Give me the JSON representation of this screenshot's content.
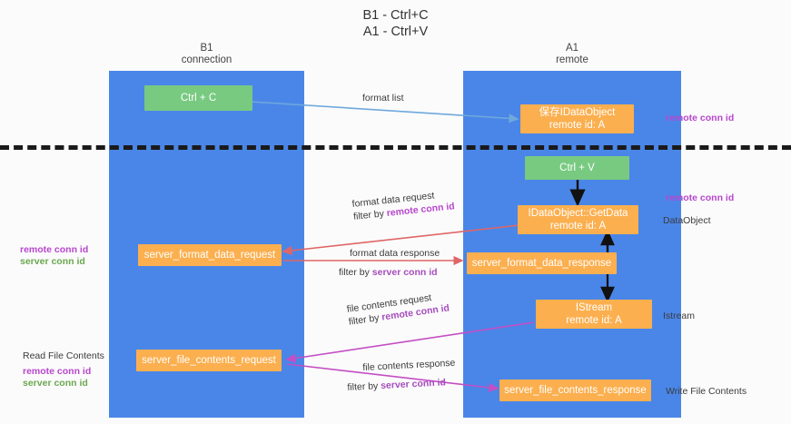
{
  "title": "B1 - Ctrl+C\nA1 - Ctrl+V",
  "lanes": {
    "left": {
      "header": "B1\nconnection"
    },
    "right": {
      "header": "A1\nremote"
    }
  },
  "boxes": {
    "ctrl_c": {
      "line1": "Ctrl + C",
      "line2": "",
      "color": "#78ca81"
    },
    "save_idataobject": {
      "line1": "保存IDataObject",
      "line2": "remote id: A",
      "color": "#fbaf4f"
    },
    "ctrl_v": {
      "line1": "Ctrl + V",
      "line2": "",
      "color": "#78ca81"
    },
    "getdata": {
      "line1": "IDataObject::GetData",
      "line2": "remote id: A",
      "color": "#fbaf4f"
    },
    "server_format_data_request": {
      "line1": "server_format_data_request",
      "line2": "",
      "color": "#fbaf4f"
    },
    "server_format_data_response": {
      "line1": "server_format_data_response",
      "line2": "",
      "color": "#fbaf4f"
    },
    "istream": {
      "line1": "IStream",
      "line2": "remote id: A",
      "color": "#fbaf4f"
    },
    "server_file_contents_request": {
      "line1": "server_file_contents_request",
      "line2": "",
      "color": "#fbaf4f"
    },
    "server_file_contents_response": {
      "line1": "server_file_contents_response",
      "line2": "",
      "color": "#fbaf4f"
    }
  },
  "edge_labels": {
    "format_list": {
      "top": "format list",
      "bottom": "",
      "bottom_key": ""
    },
    "format_data_request": {
      "top": "format data request",
      "bottom_prefix": "filter by ",
      "bottom_key": "remote conn id"
    },
    "format_data_response": {
      "top": "format data response",
      "bottom_prefix": "filter by ",
      "bottom_key": "server conn id"
    },
    "file_contents_request": {
      "top": "file contents request",
      "bottom_prefix": "filter by ",
      "bottom_key": "remote conn id"
    },
    "file_contents_response": {
      "top": "file contents response",
      "bottom_prefix": "filter by ",
      "bottom_key": "server conn id"
    }
  },
  "right_annotations": {
    "remote_conn_id_top": "remote conn id",
    "remote_conn_id_mid": "remote conn id",
    "dataobject": "DataObject",
    "istream": "Istream",
    "write_file_contents": "Write File Contents"
  },
  "left_annotations": {
    "keys_mid_remote": "remote conn id",
    "keys_mid_server": "server conn id",
    "read_file_contents": "Read File Contents",
    "keys_bottom_remote": "remote conn id",
    "keys_bottom_server": "server conn id"
  },
  "colors": {
    "lane": "#4a86e8",
    "orange": "#fbaf4f",
    "green": "#78ca81",
    "purple": "#b846cf",
    "green_text": "#6aa84f",
    "arrow_blue": "#6fa8dc",
    "arrow_red": "#e06666",
    "arrow_magenta": "#c44ec4",
    "arrow_black": "#000000",
    "divider": "#1a1a1a"
  }
}
